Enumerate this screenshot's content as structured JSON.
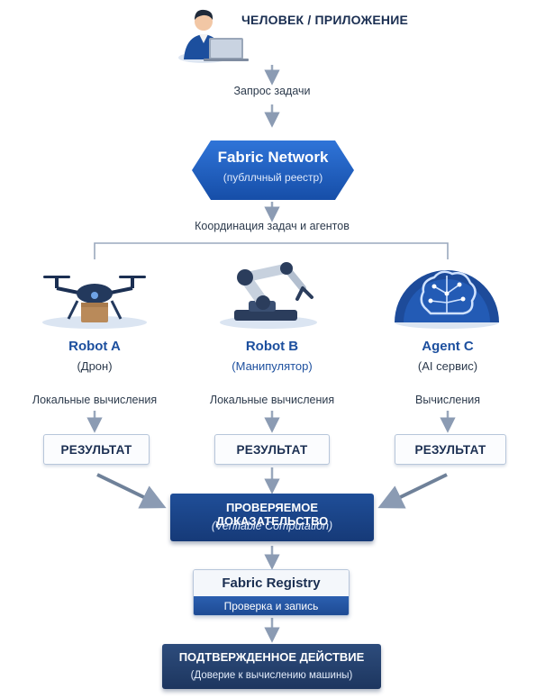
{
  "header": {
    "title": "ЧЕЛОВЕК / ПРИЛОЖЕНИЕ"
  },
  "request_label": "Запрос задачи",
  "network": {
    "title": "Fabric Network",
    "subtitle": "(публлчный реестр)",
    "color": "#1a5cc4"
  },
  "coordination_label": "Координация задач и агентов",
  "agents": [
    {
      "name": "Robot A",
      "type": "(Дрон)",
      "process": "Локальные вычисления",
      "result": "РЕЗУЛЬТАТ",
      "icon": "drone-icon"
    },
    {
      "name": "Robot B",
      "type": "(Манипулятор)",
      "process": "Локальные вычисления",
      "result": "РЕЗУЛЬТАТ",
      "icon": "robot-arm-icon"
    },
    {
      "name": "Agent C",
      "type": "(AI сервис)",
      "process": "Вычисления",
      "result": "РЕЗУЛЬТАТ",
      "icon": "ai-brain-icon"
    }
  ],
  "proof": {
    "title": "ПРОВЕРЯЕМОЕ ДОКАЗАТЕЛЬСТВО",
    "subtitle": "(Verifiable Computation)"
  },
  "registry": {
    "title": "Fabric Registry",
    "subtitle": "Проверка и запись"
  },
  "final": {
    "title": "ПОДТВЕРЖДЕННОЕ ДЕЙСТВИЕ",
    "subtitle": "(Доверие к вычислению машины)"
  }
}
